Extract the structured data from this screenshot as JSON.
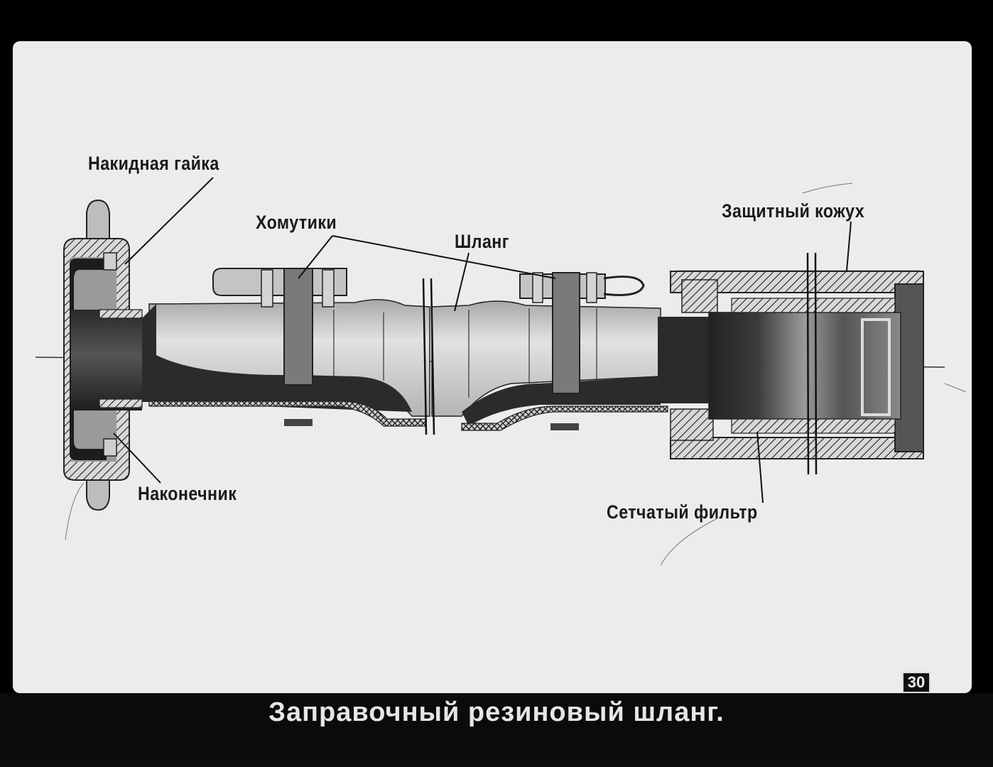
{
  "labels": {
    "nut": "Накидная гайка",
    "clamps": "Хомутики",
    "hose": "Шланг",
    "cover": "Защитный кожух",
    "tip": "Наконечник",
    "filter": "Сетчатый фильтр"
  },
  "caption": "Заправочный резиновый шланг.",
  "slide_number": "30"
}
